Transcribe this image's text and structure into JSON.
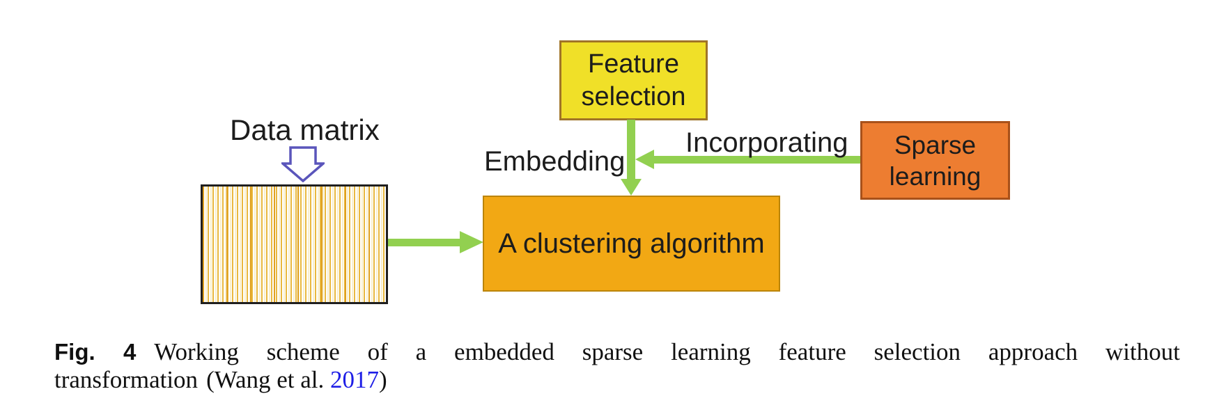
{
  "figure": {
    "boxes": {
      "feature_selection": {
        "line1": "Feature",
        "line2": "selection"
      },
      "clustering": {
        "label": "A clustering algorithm"
      },
      "sparse_learning": {
        "line1": "Sparse",
        "line2": "learning"
      }
    },
    "labels": {
      "data_matrix": "Data matrix",
      "embedding": "Embedding",
      "incorporating": "Incorporating"
    },
    "colors": {
      "box_yellow": "#f0e028",
      "box_yellow_border": "#a07428",
      "box_gold": "#f2a814",
      "box_gold_border": "#bb8408",
      "box_orange": "#ed7d31",
      "box_orange_border": "#a8511a",
      "arrow_green": "#92d050",
      "purple": "#5a55bb",
      "stripe_orange": "#e9b83e",
      "stripe_cream": "#f8efcf",
      "stripe_strong": "#dfa01f",
      "link_blue": "#1e1ee6"
    }
  },
  "caption": {
    "fig_label": "Fig. 4",
    "body": "Working scheme of a embedded sparse learning feature selection approach without transformation",
    "citation_prefix": "(Wang et al. ",
    "citation_link": "2017",
    "citation_suffix": ")"
  }
}
